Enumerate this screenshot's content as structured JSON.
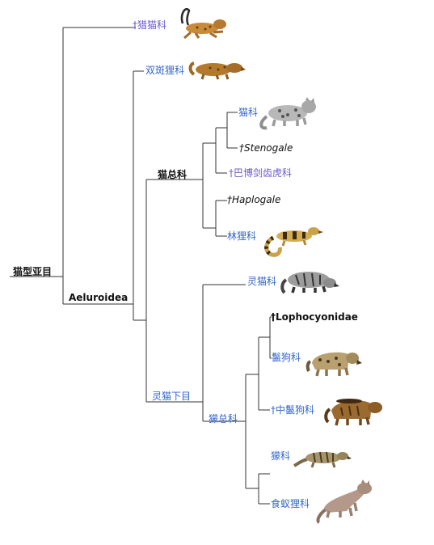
{
  "nodes": {
    "feliformia": "猫型亚目",
    "aeluroidea": "Aeluroidea",
    "nimravidae": "†猎猫科",
    "nandiniidae": "双斑狸科",
    "feloidea": "猫总科",
    "felidae": "猫科",
    "stenogale": "†Stenogale",
    "barbourofelidae": "†巴博剑齿虎科",
    "haplogale": "†Haplogale",
    "prionodontidae": "林狸科",
    "viverroidea": "灵猫下目",
    "viverridae": "灵猫科",
    "herpestoidea": "獴总科",
    "lophocyonidae": "†Lophocyonidae",
    "hyaenidae": "鬣狗科",
    "percrocutidae": "†中鬣狗科",
    "herpestidae": "獴科",
    "eupleridae": "食蚁狸科"
  },
  "colors": {
    "link": "#3366cc",
    "visited": "#6a5acd",
    "text": "#111111",
    "line": "#333333"
  },
  "icons": [
    "sabertooth-cat-icon",
    "african-palm-civet-icon",
    "leopard-cat-icon",
    "linsang-icon",
    "civet-icon",
    "hyena-icon",
    "percrocuta-icon",
    "mongoose-icon",
    "fossa-icon"
  ]
}
